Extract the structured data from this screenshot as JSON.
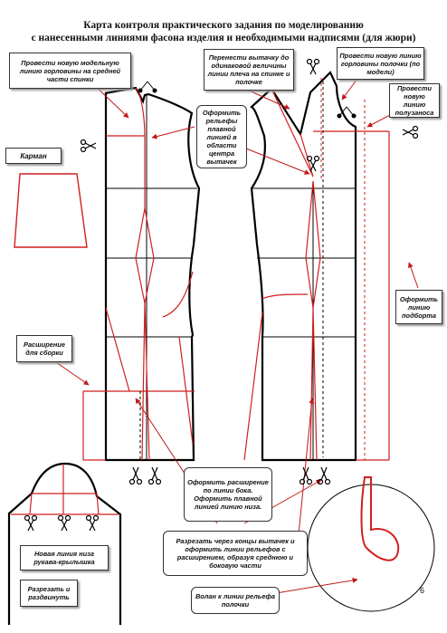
{
  "title": {
    "line1": "Карта контроля практического задания по моделированию",
    "line2": "с нанесенными  линиями фасона изделия и необходимыми надписями (для жюри)"
  },
  "labels": {
    "back_neckline": "Провести новую модельную линию горловины на средней части спинки",
    "transfer_dart": "Перенести вытачку до одинаковой величины линии плеча на спинке и полочке",
    "front_neckline": "Провести новую линию горловины полочки (по модели)",
    "overlap_line": "Провести новую линию полузаноса",
    "relief_lines": "Оформить рельефы плавной линией в области центра вытачек",
    "pocket": "Карман",
    "facing_line": "Оформить линию подборта",
    "gather_extension": "Расширение для сборки",
    "side_extension": "Оформить расширение по линии бока. Оформить плавной линией линию низа.",
    "cut_relief": "Разрезать через концы вытачек и оформить линии рельефов с расширением, образуя среднюю и боковую части",
    "sleeve_hem": "Новая линия низа рукава-крылышка",
    "cut_spread": "Разрезать и раздвинуть",
    "flounce": "Волан к линии рельефа полочки"
  },
  "page_number": "6",
  "colors": {
    "outline": "#000000",
    "construction": "#d21f1f",
    "callout": "#c01818"
  },
  "icons": [
    "scissors-icon",
    "pin-icon"
  ]
}
